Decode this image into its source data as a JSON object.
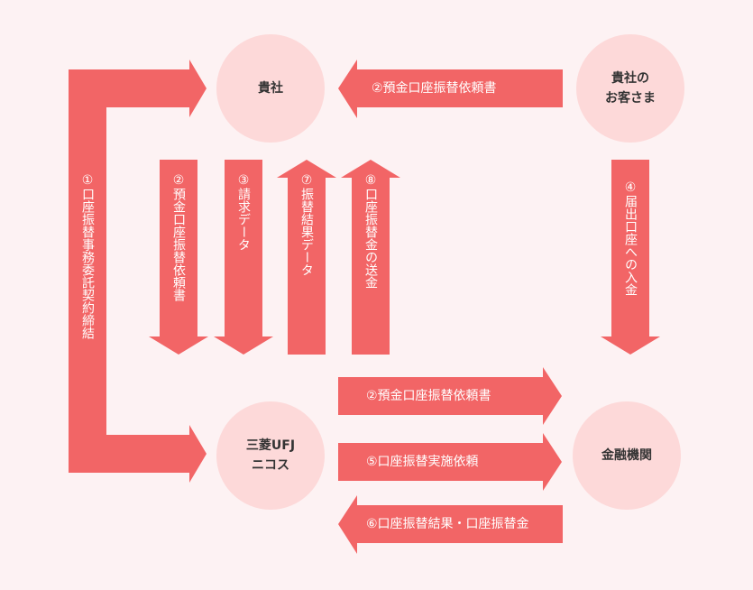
{
  "colors": {
    "background": "#fdf2f3",
    "arrow": "#f26566",
    "node": "#fdd9d9",
    "node_text": "#333333",
    "label_text": "#ffffff"
  },
  "nodes": {
    "company": "貴社",
    "customer_line1": "貴社の",
    "customer_line2": "お客さま",
    "nicos_line1": "三菱UFJ",
    "nicos_line2": "ニコス",
    "bank": "金融機関"
  },
  "arrows": {
    "a1": "①口座振替事務委託契約締結",
    "a2_top": "②預金口座振替依頼書",
    "a2_down": "②預金口座振替依頼書",
    "a3": "③請求データ",
    "a7": "⑦振替結果データ",
    "a8": "⑧口座振替金の送金",
    "a4": "④届出口座への入金",
    "a2_bank": "②預金口座振替依頼書",
    "a5": "⑤口座振替実施依頼",
    "a6": "⑥口座振替結果・口座振替金"
  }
}
